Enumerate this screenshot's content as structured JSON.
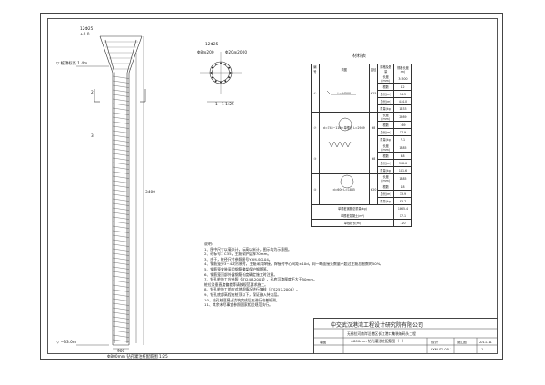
{
  "pile_elevation": {
    "label_12d25": "12Φ25",
    "label_top": "±0.0",
    "label_top_level": "▽ 桩顶标高 1.4m",
    "label_bottom_level": "▽ −33.0m",
    "label_dim_900": "900",
    "label_dim_2": "2",
    "label_dim_3": "3",
    "label_height": "3400",
    "caption": "Φ800mm 钻孔灌注桩配筋图 1:25"
  },
  "section": {
    "label_12d25": "12Φ25",
    "label_ring": "Φ8@200",
    "label_spiral": "Φ20@2000",
    "label_marker": "1",
    "caption": "1—1  1:25"
  },
  "material_table": {
    "title": "材料表",
    "headers": [
      "编号",
      "简图",
      "直径",
      "规格及数量"
    ],
    "right_header": "规格长度(m)",
    "rows": [
      {
        "id": "①",
        "dia": "Φ25",
        "vals": [
          "34500",
          "12",
          "34.5",
          "414.0",
          "1633"
        ],
        "note": "L=34500"
      },
      {
        "id": "②",
        "dia": "Φ8",
        "vals": [
          "2989",
          "169",
          "17.9",
          "7.1"
        ],
        "note": "d=745~1160  单根长 L=2989"
      },
      {
        "id": "③",
        "dia": "Φ8",
        "vals": [
          "1885",
          "48",
          "358.6",
          "141.6"
        ],
        "note": ""
      },
      {
        "id": "④",
        "dia": "Φ20",
        "vals": [
          "1885",
          "18",
          "33.9",
          "83.7"
        ],
        "note": "d=600  L=1885"
      }
    ],
    "summary": [
      {
        "label": "单根桩钢筋总重量(kg)",
        "value": "1865.4"
      },
      {
        "label": "单根桩混凝土(m³)",
        "value": "17.1"
      },
      {
        "label": "单根桩长(m)",
        "value": "120"
      }
    ]
  },
  "notes": {
    "heading": "说明:",
    "items": [
      "1、图中尺寸以毫米计，标高以米计，图示均为示意图。",
      "2、砼标号：C35，主筋保护层厚70mm。",
      "3、由于，桩径尺寸参照图号YXM-SG-04。",
      "4、钢筋笼分3~4次吊装时，主筋采用焊接，焊接时中心间距±10d，同一断面接头数量不超过主筋总根数的50%。",
      "5、钢筋笼安装采用钢筋撑架保护钢筋笼。",
      "6、钢筋笼顶部外露钢筋长度确定施工时注意。",
      "7、钻孔桩施工应参照《JTJ248-2001》，孔底沉渣厚度不大于50mm。",
      "   桩位及垂直度偏差等请按规范要求施工。",
      "8、钻孔桩施工前应对地质情况进行复核（JTS257-2008）。",
      "9、钻孔底部高程在桩顶以下，保证嵌入持力层。",
      "10、钻孔桩混凝土浇筑完成后应进行桩基检测。",
      "11、其余未尽事宜参照国家相关规范执行。"
    ]
  },
  "title_block": {
    "institute": "中交武汉港湾工程设计研究院有限公司",
    "project": "无锡拉河南岸沿港区长江港口集装箱码头工程",
    "drawing": "Φ800mm 钻孔灌注桩配筋图（一）",
    "role_left": "制图",
    "role_mid": "设计",
    "role_right": "施工图",
    "date": "2011.11",
    "number": "YXM-SG-05-1",
    "sheet": "1"
  }
}
